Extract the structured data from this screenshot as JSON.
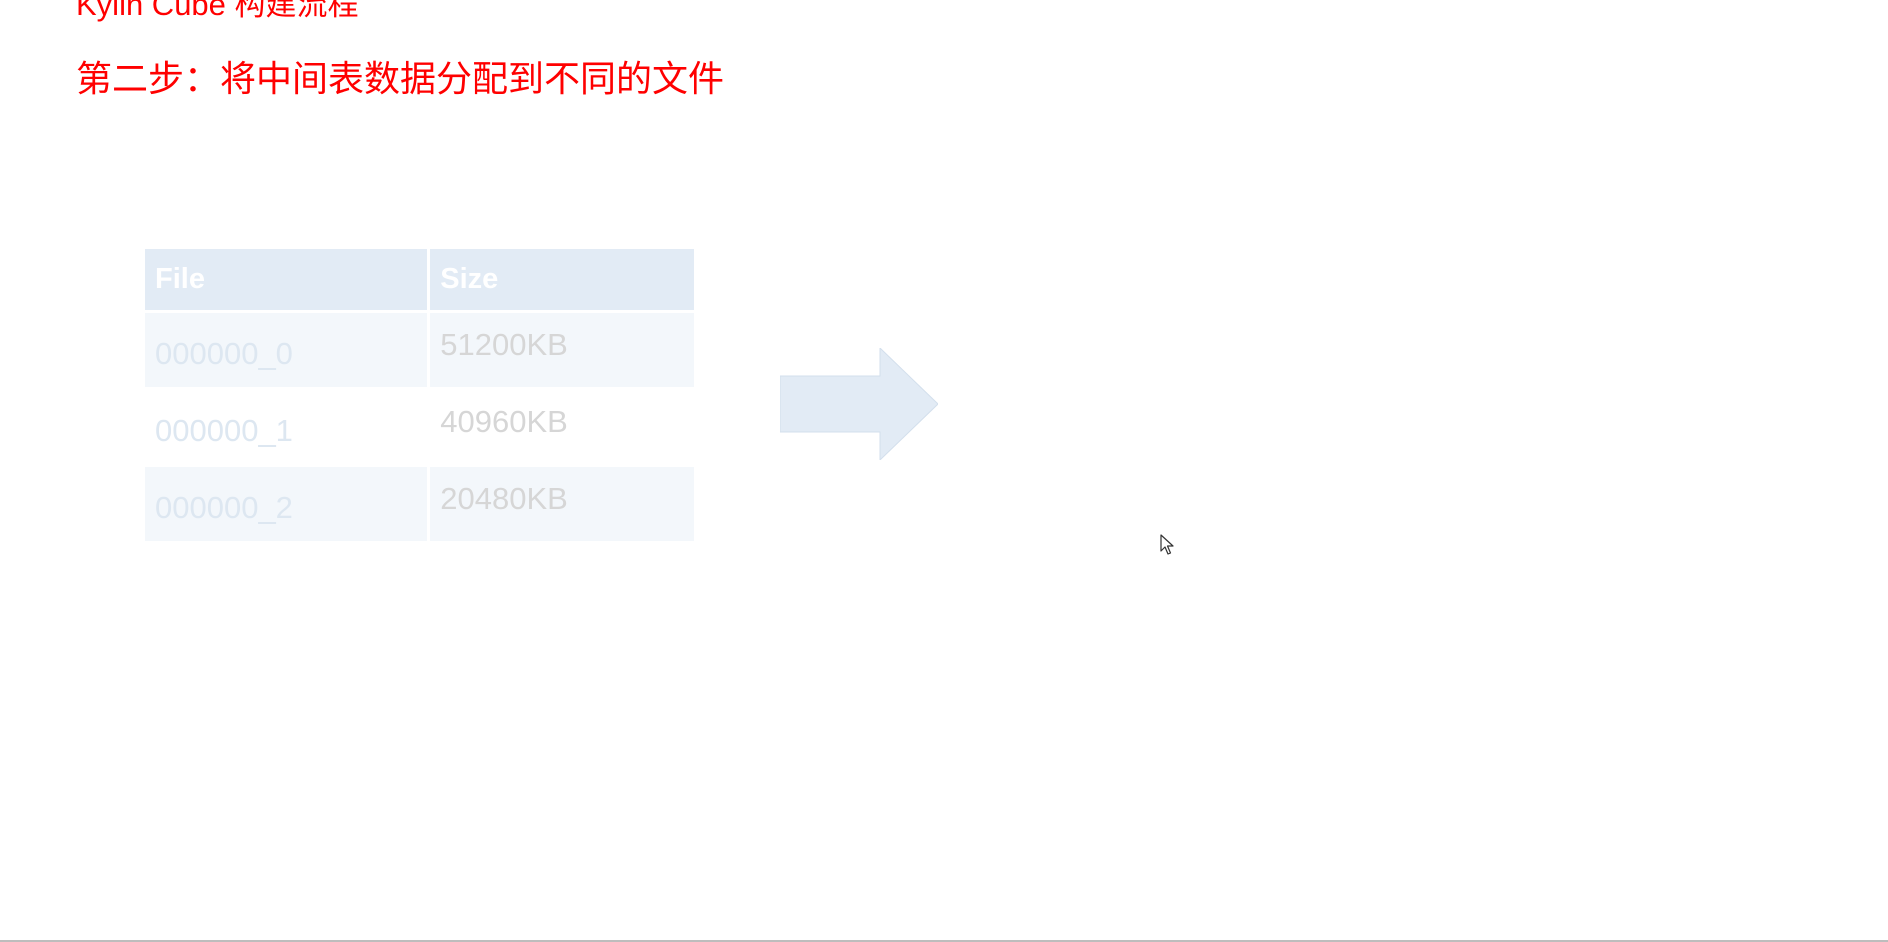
{
  "slide": {
    "title": "Kylin Cube 构建流程",
    "subtitle": "第二步：将中间表数据分配到不同的文件"
  },
  "table": {
    "headers": [
      "File",
      "Size"
    ],
    "rows": [
      {
        "file": "000000_0",
        "size": "51200KB"
      },
      {
        "file": "000000_1",
        "size": "40960KB"
      },
      {
        "file": "000000_2",
        "size": "20480KB"
      }
    ]
  },
  "colors": {
    "title": "#ff0000",
    "header_fill": "#e2ebf5",
    "row_fill": "#f3f7fb",
    "arrow_fill": "#e2ebf5"
  },
  "icons": {
    "arrow": "right-arrow-icon",
    "cursor": "mouse-pointer-icon"
  }
}
